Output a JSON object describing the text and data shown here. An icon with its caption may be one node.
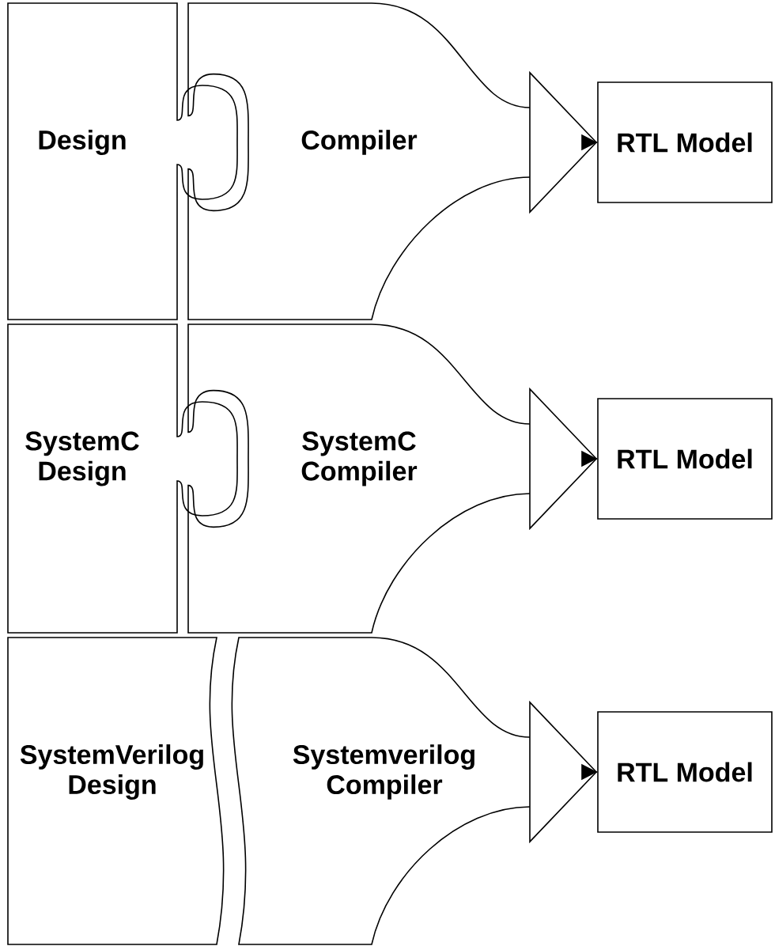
{
  "diagram": {
    "nodes": [
      {
        "text": [
          "Design"
        ]
      },
      {
        "text": [
          "Compiler"
        ]
      },
      {
        "text": [
          "RTL Model"
        ]
      },
      {
        "text": [
          "SystemC Design"
        ]
      },
      {
        "text": [
          "SystemC Compiler"
        ]
      },
      {
        "text": [
          "RTL Model"
        ]
      },
      {
        "text": [
          "SystemVerilog Design"
        ]
      },
      {
        "text": [
          "Systemverilog Compiler"
        ]
      },
      {
        "text": [
          "RTL Model"
        ]
      }
    ],
    "edges": [
      {
        "from": 1,
        "to": 2,
        "arrow": "to"
      },
      {
        "from": 4,
        "to": 5,
        "arrow": "to"
      },
      {
        "from": 7,
        "to": 8,
        "arrow": "to"
      }
    ]
  }
}
